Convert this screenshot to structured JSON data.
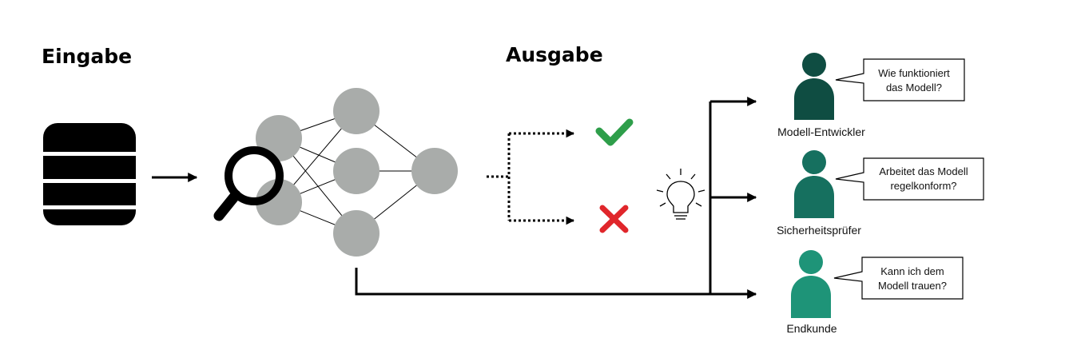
{
  "headings": {
    "input": "Eingabe",
    "output": "Ausgabe"
  },
  "colors": {
    "node": "#a9acaa",
    "check": "#2e9e4a",
    "cross": "#e0262b",
    "person_developer": "#0f4d42",
    "person_auditor": "#16705f",
    "person_customer": "#1e9478"
  },
  "icons": {
    "input": "database-icon",
    "inspect": "magnifier-icon",
    "correct": "checkmark-icon",
    "wrong": "cross-icon",
    "insight": "lightbulb-icon",
    "person": "person-icon"
  },
  "roles": [
    {
      "label": "Modell-Entwickler",
      "question_line1": "Wie funktioniert",
      "question_line2": "das Modell?"
    },
    {
      "label": "Sicherheitsprüfer",
      "question_line1": "Arbeitet das Modell",
      "question_line2": "regelkonform?"
    },
    {
      "label": "Endkunde",
      "question_line1": "Kann ich dem",
      "question_line2": "Modell trauen?"
    }
  ]
}
